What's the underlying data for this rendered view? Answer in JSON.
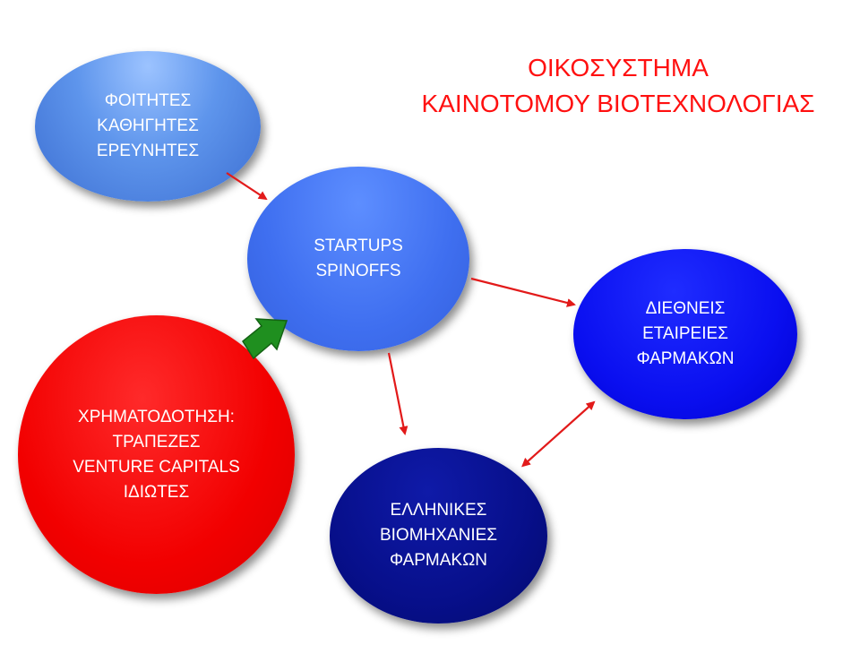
{
  "title": {
    "line1": "ΟΙΚΟΣΥΣΤΗΜΑ",
    "line2": "ΚΑΙΝΟΤΟΜΟΥ ΒΙΟΤΕΧΝΟΛΟΓΙΑΣ",
    "color": "#ff1010"
  },
  "nodes": {
    "students": {
      "lines": [
        "ΦΟΙΤΗΤΕΣ",
        "ΚΑΘΗΓΗΤΕΣ",
        "ΕΡΕΥΝΗΤΕΣ"
      ],
      "color": "#5e95ec"
    },
    "startups": {
      "lines": [
        "STARTUPS",
        "SPINOFFS"
      ],
      "color": "#3f6ff0"
    },
    "funding": {
      "lines": [
        "ΧΡΗΜΑΤΟΔΟΤΗΣΗ:",
        "ΤΡΑΠΕΖΕΣ",
        "VENTURE CAPITALS",
        "ΙΔΙΩΤΕΣ"
      ],
      "color": "#f20000"
    },
    "international": {
      "lines": [
        "ΔΙΕΘΝΕΙΣ",
        "ΕΤΑΙΡΕΙΕΣ",
        "ΦΑΡΜΑΚΩΝ"
      ],
      "color": "#0a0ff0"
    },
    "greek": {
      "lines": [
        "ΕΛΛΗΝΙΚΕΣ",
        "ΒΙΟΜΗΧΑΝΙΕΣ",
        "ΦΑΡΜΑΚΩΝ"
      ],
      "color": "#070f8a"
    }
  },
  "edges": [
    {
      "from": "students",
      "to": "startups",
      "style": "thin-red",
      "direction": "forward"
    },
    {
      "from": "funding",
      "to": "startups",
      "style": "block-green",
      "direction": "forward"
    },
    {
      "from": "startups",
      "to": "international",
      "style": "thin-red",
      "direction": "forward"
    },
    {
      "from": "startups",
      "to": "greek",
      "style": "thin-red",
      "direction": "forward"
    },
    {
      "from": "greek",
      "to": "international",
      "style": "thin-red",
      "direction": "both"
    }
  ],
  "colors": {
    "arrow_red": "#e21a1a",
    "arrow_green": "#1f8f1f"
  }
}
